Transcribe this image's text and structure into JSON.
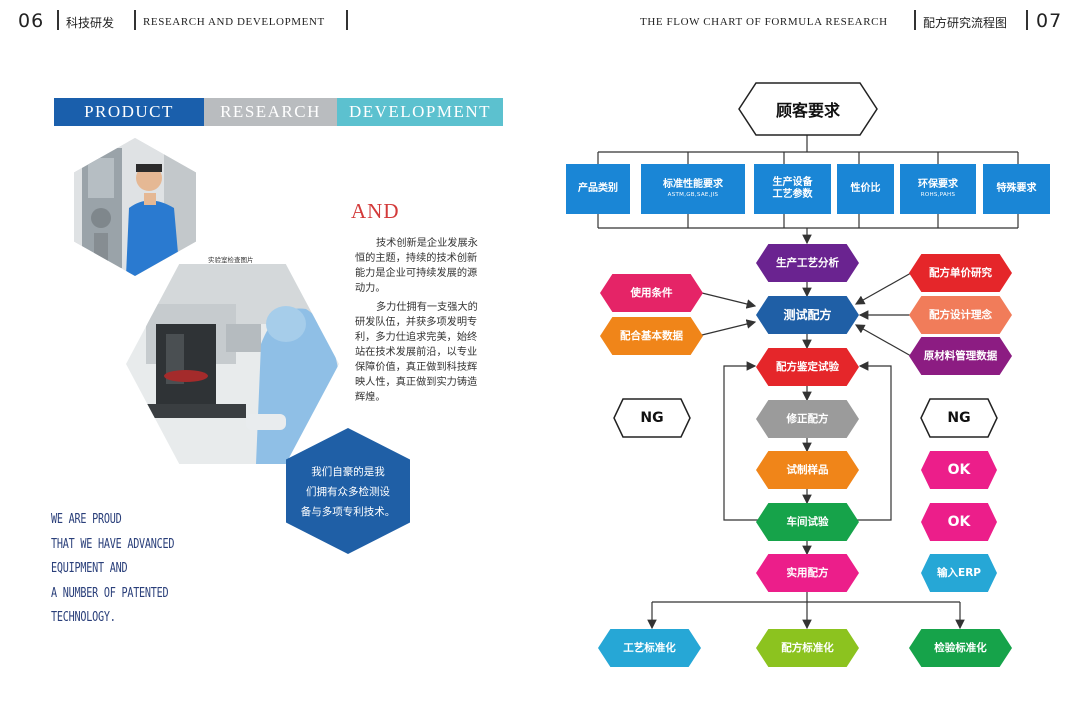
{
  "header_left": {
    "page_number": "06",
    "section_cn": "科技研发",
    "section_en": "RESEARCH AND DEVELOPMENT"
  },
  "header_right": {
    "title_en": "THE FLOW CHART OF FORMULA RESEARCH",
    "title_cn": "配方研究流程图",
    "page_number": "07"
  },
  "ribbon": {
    "seg1": "PRODUCT",
    "seg2": "RESEARCH",
    "seg3": "DEVELOPMENT"
  },
  "photo_caption": "实验室检查图片",
  "and_word": "AND",
  "body_text": [
    "技术创新是企业发展永",
    "恒的主题，持续的技术创新",
    "能力是企业可持续发展的源",
    "动力。",
    "多力仕拥有一支强大的",
    "研发队伍，并获多项发明专",
    "利，多力仕追求完美，始终",
    "站在技术发展前沿，以专业",
    "保障价值，真正做到科技辉",
    "映人性，真正做到实力铸造",
    "辉煌。"
  ],
  "hex_callout": [
    "我们自豪的是我",
    "们拥有众多检测设",
    "备与多项专利技术。"
  ],
  "proud_text": [
    "WE ARE PROUD",
    "THAT WE HAVE ADVANCED",
    "EQUIPMENT AND",
    "A NUMBER OF PATENTED",
    "TECHNOLOGY."
  ],
  "flow": {
    "top": "顾客要求",
    "categories": [
      {
        "label": "产品类别",
        "sub": ""
      },
      {
        "label": "标准性能要求",
        "sub": "ASTM,GB,SAE,JIS"
      },
      {
        "label": "生产设备\n工艺参数",
        "sub": ""
      },
      {
        "label": "性价比",
        "sub": ""
      },
      {
        "label": "环保要求",
        "sub": "ROHS,PAHS"
      },
      {
        "label": "特殊要求",
        "sub": ""
      }
    ],
    "process": "生产工艺分析",
    "test_formula": "测试配方",
    "left_inputs": [
      "使用条件",
      "配合基本数据"
    ],
    "right_inputs": [
      "配方单价研究",
      "配方设计理念",
      "原材料管理数据"
    ],
    "verify": "配方鉴定试验",
    "modify": "修正配方",
    "trial": "试制样品",
    "workshop": "车间试验",
    "practical": "实用配方",
    "ng_left": "NG",
    "ng_right": "NG",
    "ok1": "OK",
    "ok2": "OK",
    "erp": "输入ERP",
    "bottom": [
      "工艺标准化",
      "配方标准化",
      "检验标准化"
    ]
  },
  "colors": {
    "blue": "#1a86d6",
    "navy": "#1f5fa6",
    "purple": "#6a2390",
    "magenta": "#e52467",
    "orange": "#f08519",
    "red": "#e5262a",
    "salmon": "#f17c5a",
    "violet": "#8c1c82",
    "gray": "#9b9b9b",
    "green": "#16a34a",
    "pink": "#ec1e8a",
    "cyan": "#26a7d6",
    "lime": "#8cc31f",
    "ribbon_blue": "#1a5fac",
    "ribbon_gray": "#b9bcbf",
    "ribbon_teal": "#5cc1cf"
  }
}
